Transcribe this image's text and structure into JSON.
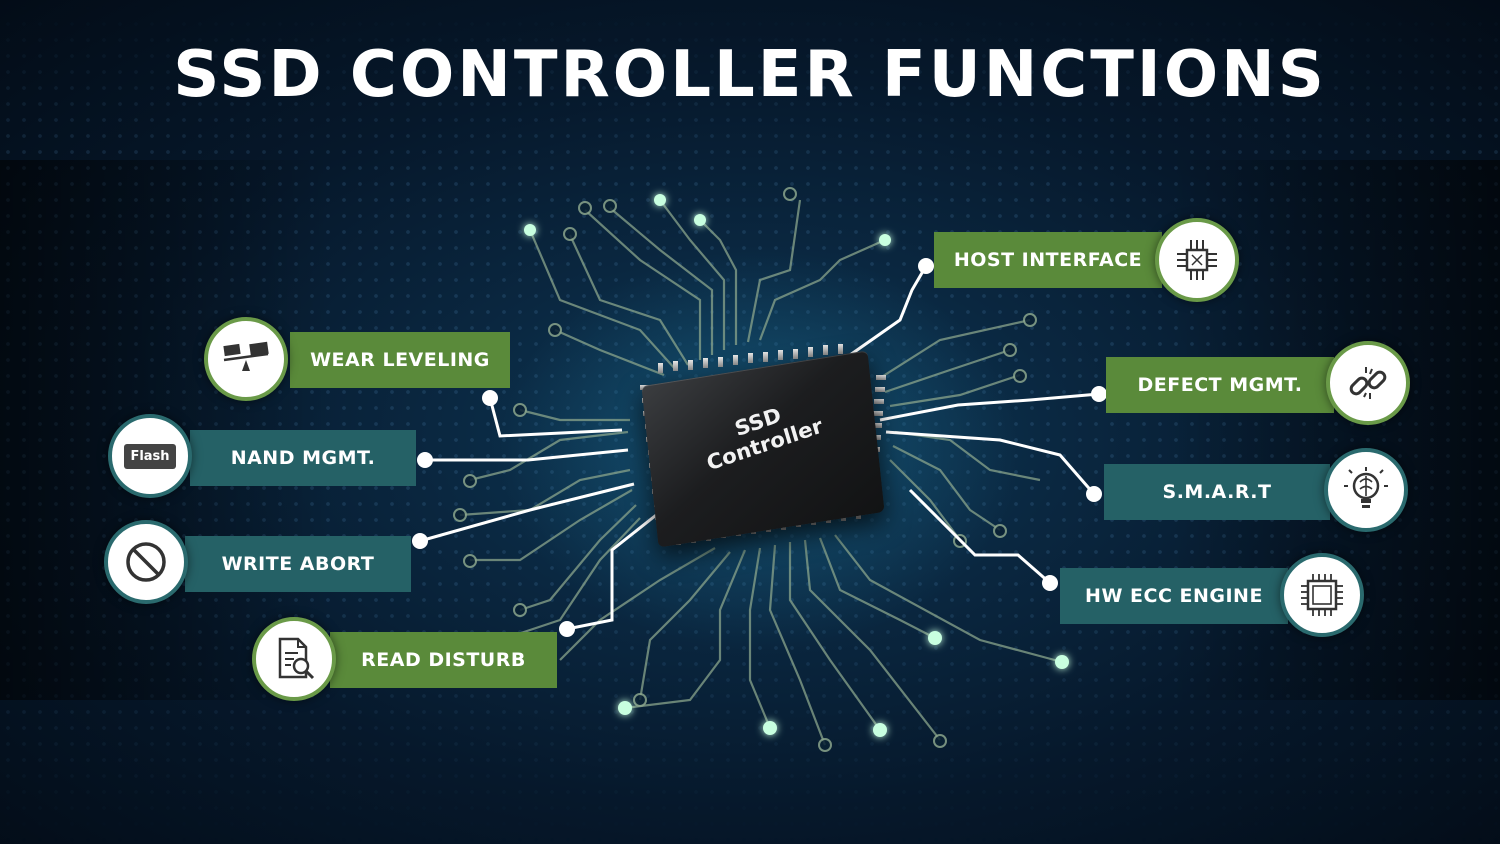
{
  "title": "SSD CONTROLLER FUNCTIONS",
  "chip": {
    "line1": "SSD",
    "line2": "Controller"
  },
  "functions": {
    "wear_leveling": "WEAR LEVELING",
    "nand_mgmt": "NAND MGMT.",
    "write_abort": "WRITE ABORT",
    "read_disturb": "READ DISTURB",
    "host_interface": "HOST INTERFACE",
    "defect_mgmt": "DEFECT MGMT.",
    "smart": "S.M.A.R.T",
    "hw_ecc_engine": "HW ECC ENGINE"
  },
  "icons": {
    "wear_leveling": "balance-scale-icon",
    "nand_mgmt": "flash-memory-icon",
    "flash_text": "Flash",
    "write_abort": "prohibited-icon",
    "read_disturb": "document-search-icon",
    "host_interface": "processor-icon",
    "defect_mgmt": "broken-link-icon",
    "smart": "brain-bulb-icon",
    "hw_ecc_engine": "cpu-chip-icon"
  },
  "colors": {
    "green": "#5a8a3a",
    "teal": "#256166",
    "circuit": "#8fa88f",
    "glow": "#7dffb0"
  }
}
